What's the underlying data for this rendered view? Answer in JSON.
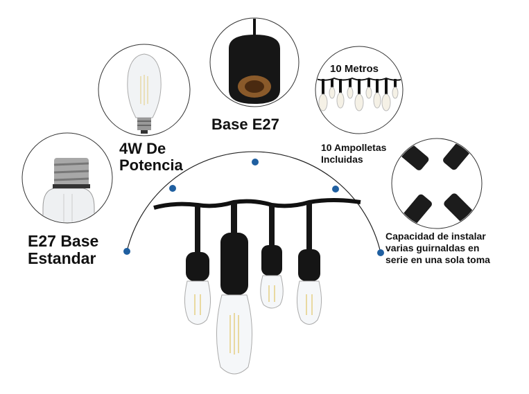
{
  "labels": {
    "base_e27": "Base E27",
    "power_line1": "4W De",
    "power_line2": "Potencia",
    "standard_line1": "E27 Base",
    "standard_line2": "Estandar",
    "length": "10 Metros",
    "bulbs_line1": "10 Ampolletas",
    "bulbs_line2": "Incluidas",
    "series_line1": "Capacidad de instalar",
    "series_line2": "varias guirnaldas en",
    "series_line3": "serie en una sola toma"
  },
  "colors": {
    "accent_dot": "#1f5fa0",
    "cable": "#1a1a1a"
  }
}
